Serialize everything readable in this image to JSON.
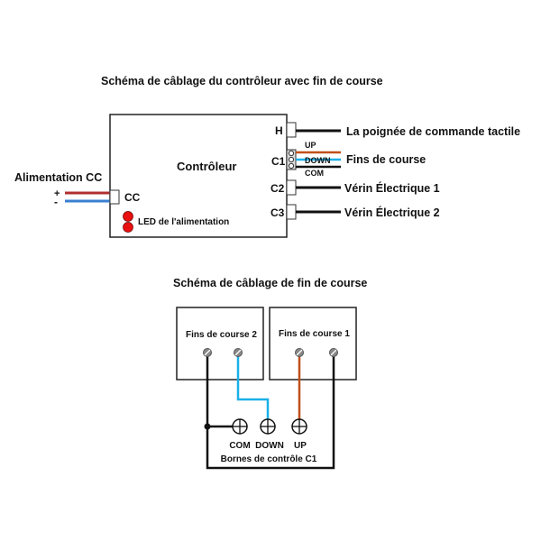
{
  "diagram1": {
    "title": "Schéma de câblage du contrôleur avec fin de course",
    "controller_label": "Contrôleur",
    "power": {
      "label": "Alimentation CC",
      "plus": "+",
      "minus": "-",
      "terminal": "CC",
      "plus_color": "#b03030",
      "minus_color": "#3a7fd0"
    },
    "led_label": "LED de l'alimentation",
    "led_color": "#e81010",
    "terminals": [
      {
        "id": "H",
        "label": "H",
        "output": "La poignée de commande tactile"
      },
      {
        "id": "C1",
        "label": "C1",
        "output": "Fins de course"
      },
      {
        "id": "C2",
        "label": "C2",
        "output": "Vérin Électrique 1"
      },
      {
        "id": "C3",
        "label": "C3",
        "output": "Vérin Électrique 2"
      }
    ],
    "c1_wires": [
      {
        "label": "UP",
        "color": "#c0501a"
      },
      {
        "label": "DOWN",
        "color": "#1ab0e8"
      },
      {
        "label": "COM",
        "color": "#111111"
      }
    ]
  },
  "diagram2": {
    "title": "Schéma de câblage de fin de course",
    "switch2_label": "Fins de course 2",
    "switch1_label": "Fins de course 1",
    "terminals": [
      {
        "label": "COM"
      },
      {
        "label": "DOWN"
      },
      {
        "label": "UP"
      }
    ],
    "terminal_block_label": "Bornes de contrôle C1",
    "wire_colors": {
      "down": "#1ab0e8",
      "up": "#c0501a",
      "com": "#111111"
    }
  }
}
